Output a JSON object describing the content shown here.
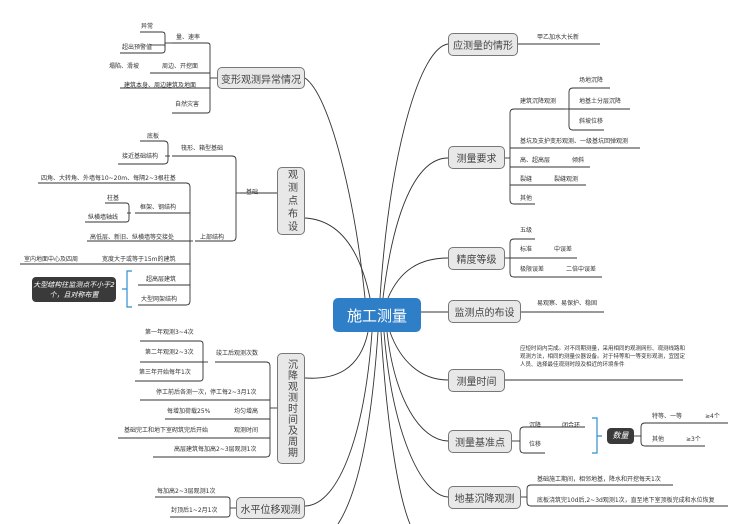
{
  "central": "施工测量",
  "left": {
    "deformation": {
      "title": "变形观测异常情况",
      "amount_rate": "量、速率",
      "abnormal": "异常",
      "exceed_warning": "超出预警值",
      "surroundings": "周边、开挖面",
      "collapse": "塌陷、滑坡",
      "building_ground": "建筑本身、周边建筑及地面",
      "natural_disaster": "自然灾害"
    },
    "observation_points": {
      "title": "观测点布设",
      "foundation": "基础",
      "raft_box": "筏形、箱型基础",
      "bottom_slab": "底板",
      "near_foundation": "接近基础结构",
      "superstructure": "上部结构",
      "corners": "四角、大转角、外墙每10~20m、每隔2~3根柱基",
      "frame_steel": "框架、钢结构",
      "column_base": "柱基",
      "axis_lines": "纵横墙轴线",
      "junctions": "高低层、新旧、纵横墙等交接处",
      "wide_building": "宽度大于或等于15m的建筑",
      "indoor_center": "室内地面中心及四周",
      "super_highrise": "超高层建筑",
      "large_grid": "大型网架结构",
      "callout": "大型结构往监测点不小于2个，且对称布置"
    },
    "settlement": {
      "title": "沉降观测时间及周期",
      "after_completion": "竣工后观测次数",
      "year1": "第一年观测3~4次",
      "year2": "第二年观测2~3次",
      "year3": "第三年开始每年1次",
      "stop_work": "停工前后各测一次，停工每2~3月1次",
      "uniform_increase": "均匀增高",
      "load_25": "每增加荷载25%",
      "obs_time": "观测时间",
      "start_after": "基础完工和地下室砌筑完后开始",
      "per_floors": "高层建筑每加高2~3层观测1次"
    },
    "horizontal": {
      "title": "水平位移观测",
      "per_floors": "每加高2~3层观测1次",
      "after_topping": "封顶后1~2月1次"
    }
  },
  "right": {
    "should_measure": {
      "title": "应测量的情形",
      "item": "甲乙加水大长新"
    },
    "requirements": {
      "title": "测量要求",
      "building_settlement": "建筑沉降观测",
      "site_settlement": "场地沉降",
      "layered_settlement": "地基土分层沉降",
      "slope_displacement": "斜坡位移",
      "pit_support": "基坑及支护变形观测、一级基坑回弹观测",
      "high_rise": "高、超高层",
      "tilt": "倾斜",
      "crack": "裂缝",
      "crack_obs": "裂缝观测",
      "other": "其他"
    },
    "accuracy": {
      "title": "精度等级",
      "five_levels": "五级",
      "standard": "标准",
      "mean_error": "中误差",
      "limit_error": "极限误差",
      "double_mean_error": "二倍中误差"
    },
    "monitoring_points": {
      "title": "监测点的布设",
      "item": "易观察、易保护、稳固"
    },
    "measure_time": {
      "title": "测量时间",
      "paragraph": "应短时间内完成。对不同期测量，采用相同的观测网形、观测线路和观测方法，相同的测量仪器设备。对于特等和一等变形观测，宜固定人员、选择最佳观测时段及相近的环境条件"
    },
    "benchmark": {
      "title": "测量基准点",
      "settlement": "沉降",
      "closed_loop": "闭合环",
      "displacement": "位移",
      "quantity": "数量",
      "special_first": "特等、一等",
      "ge4": "≥4个",
      "others": "其他",
      "ge3": "≥3个"
    },
    "ground_settlement": {
      "title": "地基沉降观测",
      "item1": "基础施工期间，相邻地基，降水和开挖每天1次",
      "item2": "底板浇筑完10d后,2~3d观测1次，直至地下室顶板完成和水位恢复"
    }
  },
  "colors": {
    "central": "#2f7fc8",
    "topic_fill": "#e8e8e8",
    "callout": "#3a3a3a",
    "bracket": "#2f8fd0"
  }
}
